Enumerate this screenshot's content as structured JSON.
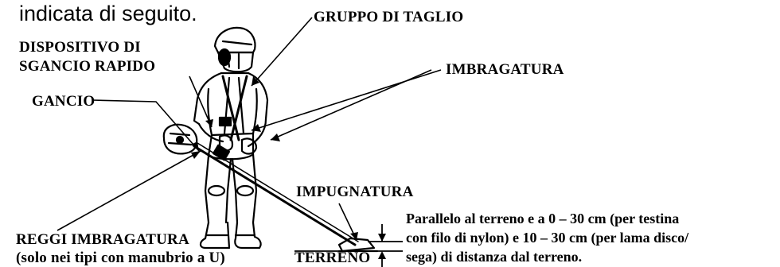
{
  "intro_text": "indicata di seguito.",
  "labels": {
    "cutting_group": "GRUPPO DI TAGLIO",
    "quick_release_line1": "DISPOSITIVO DI",
    "quick_release_line2": "SGANCIO RAPIDO",
    "harness": "IMBRAGATURA",
    "hook": "GANCIO",
    "grip": "IMPUGNATURA",
    "harness_holder": "REGGI IMBRAGATURA",
    "harness_holder_note": "(solo nei tipi con manubrio a U)",
    "ground": "TERRENO"
  },
  "note_lines": [
    "Parallelo al terreno e a 0 – 30 cm (per testina",
    "con filo di nylon) e 10 – 30 cm (per lama disco/",
    "sega) di distanza dal terreno."
  ],
  "colors": {
    "ink": "#000000",
    "paper": "#ffffff"
  }
}
